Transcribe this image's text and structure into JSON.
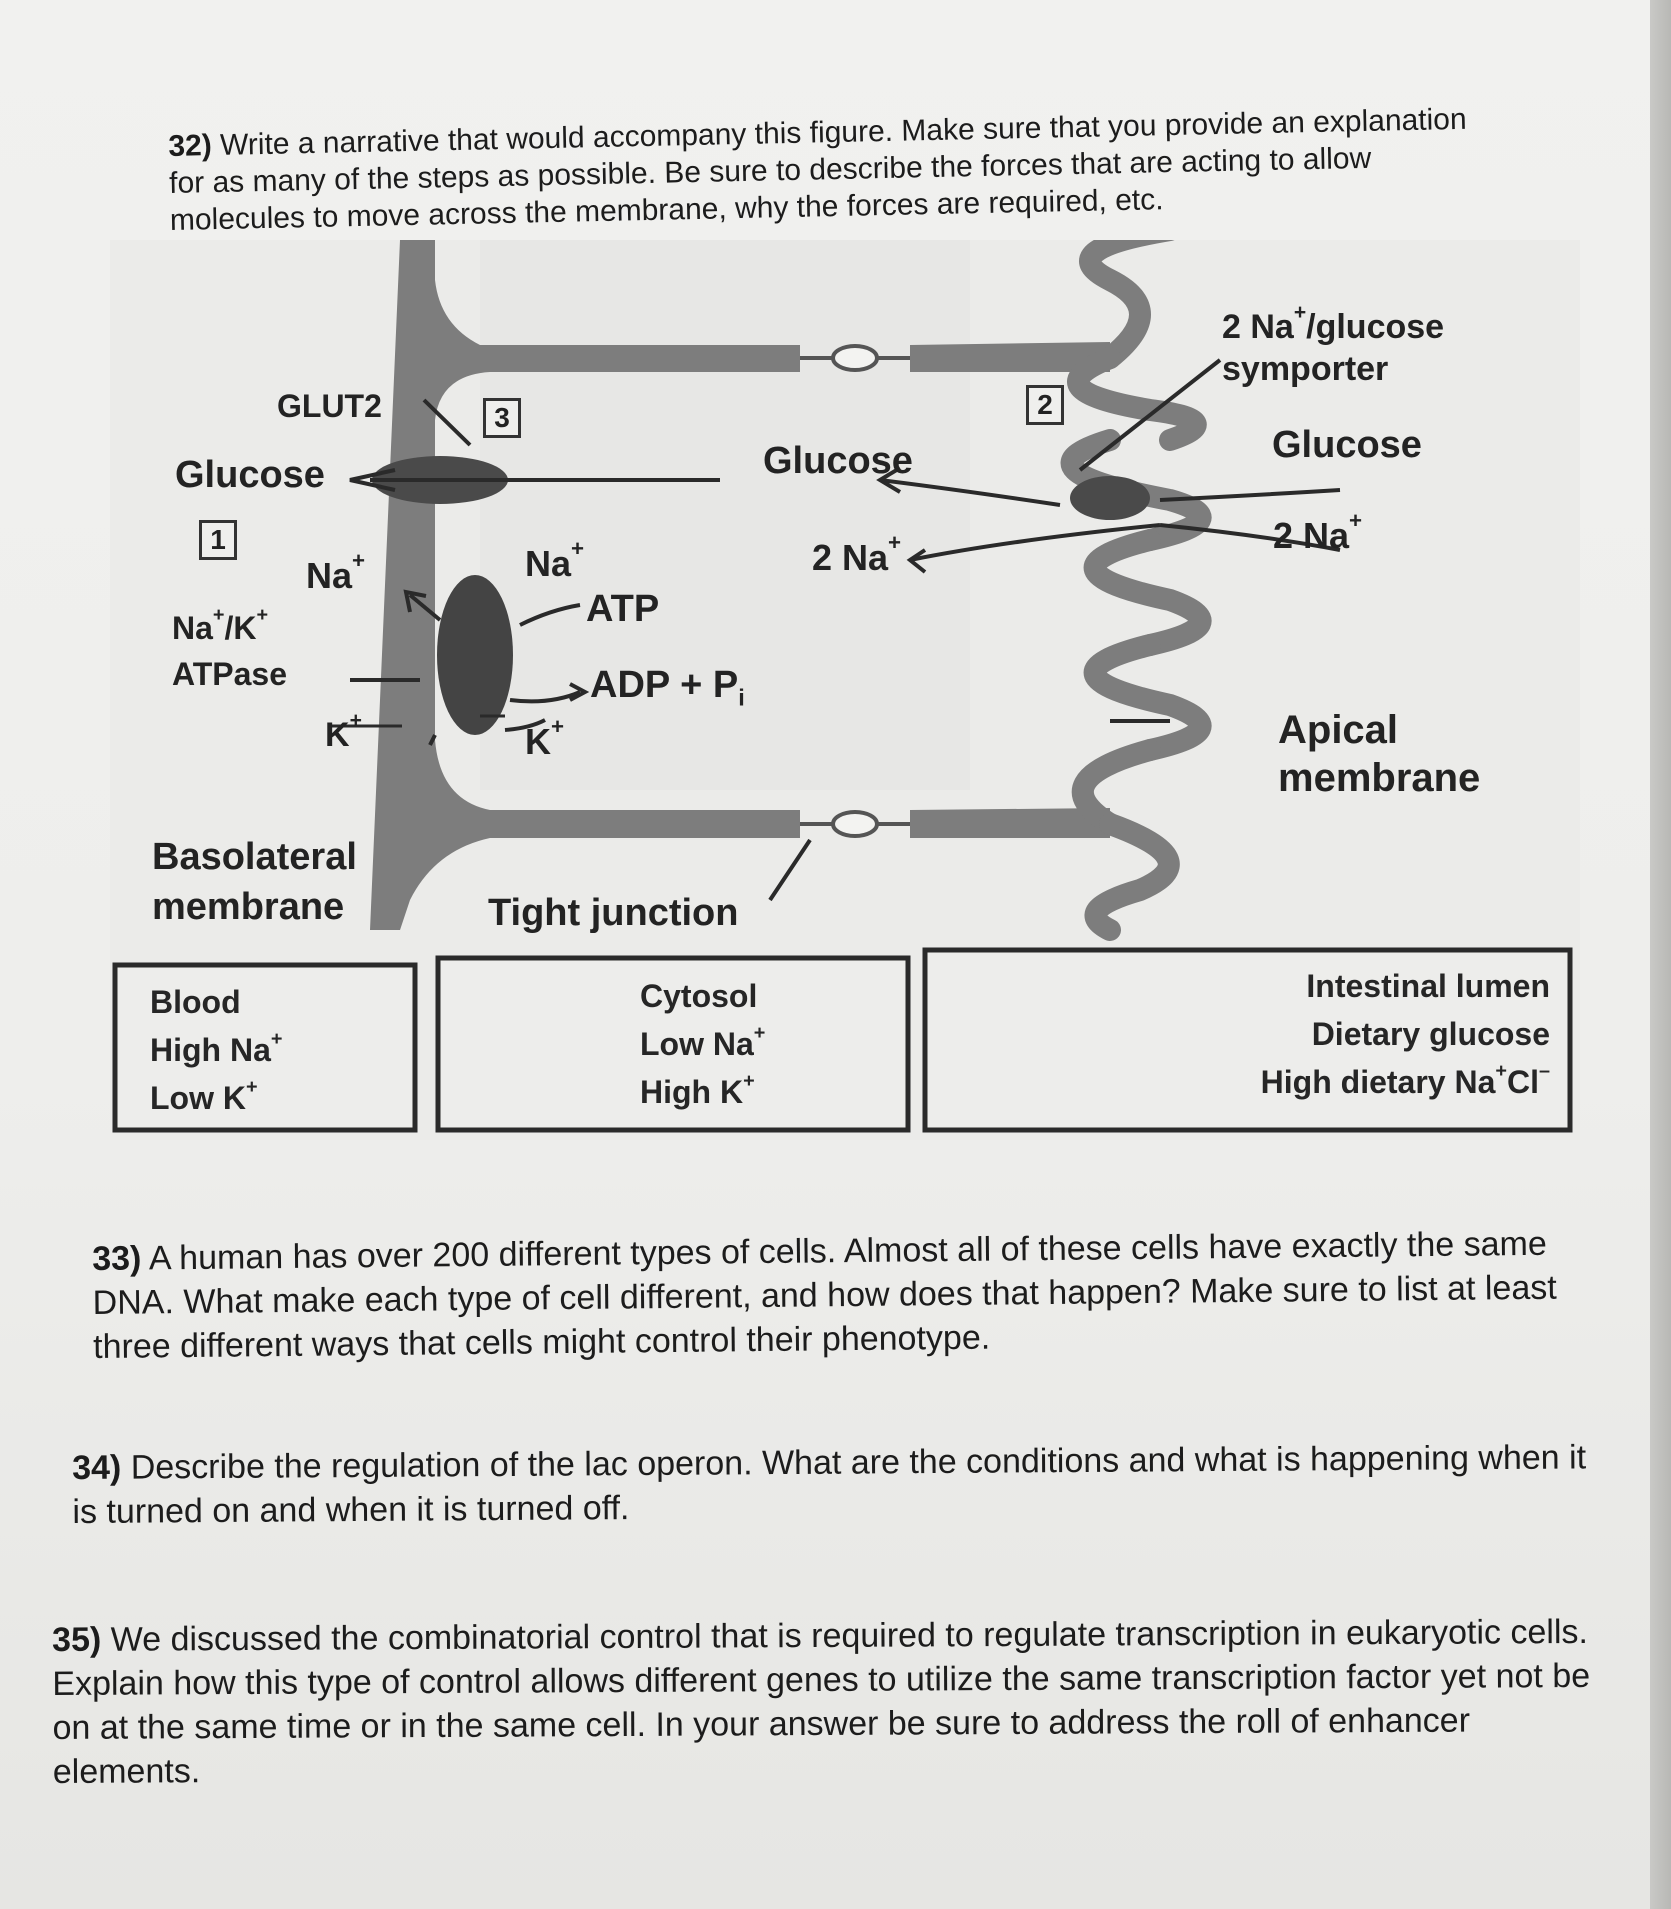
{
  "questions": {
    "q32": {
      "number": "32)",
      "text": "Write a narrative that would accompany this figure. Make sure that you provide an explanation for as many of the steps as possible. Be sure to describe the forces that are acting to allow molecules to move across the membrane, why the forces are required, etc."
    },
    "q33": {
      "number": "33)",
      "text": "A human has over 200 different types of cells. Almost all of these cells have exactly the same DNA. What make each type of cell different, and how does that happen? Make sure to list at least three different ways that cells might control their phenotype."
    },
    "q34": {
      "number": "34)",
      "text": "Describe the regulation of the lac operon. What are the conditions and what is happening when it is turned on and when it is turned off."
    },
    "q35": {
      "number": "35)",
      "text": "We discussed the combinatorial control that is required to regulate transcription in eukaryotic cells. Explain how this type of control allows different genes to utilize the same transcription factor yet not be on at the same time or in the same cell. In your answer be sure to address the roll of enhancer elements."
    }
  },
  "figure": {
    "step_numbers": [
      "1",
      "2",
      "3"
    ],
    "labels": {
      "glut2": "GLUT2",
      "glucose_left": "Glucose",
      "glucose_mid": "Glucose",
      "glucose_right": "Glucose",
      "na_pump_left": "Na",
      "na_pump_right": "Na",
      "na_mid": "2 Na",
      "na_right": "2 Na",
      "plus": "+",
      "pump_line1": "Na",
      "pump_sep": "/K",
      "pump_line2": "ATPase",
      "k_left": "K",
      "k_right": "K",
      "atp": "ATP",
      "adp": "ADP + P",
      "adp_sub": "i",
      "symporter_line1_a": "2 Na",
      "symporter_line1_b": "/glucose",
      "symporter_line2": "symporter",
      "apical_line1": "Apical",
      "apical_line2": "membrane",
      "basolateral_line1": "Basolateral",
      "basolateral_line2": "membrane",
      "tight_junction": "Tight junction"
    },
    "compartments": {
      "blood": {
        "title": "Blood",
        "line1": "High Na",
        "line2": "Low K"
      },
      "cytosol": {
        "title": "Cytosol",
        "line1": "Low Na",
        "line2": "High K"
      },
      "lumen": {
        "title": "Intestinal lumen",
        "line1": "Dietary glucose",
        "line2": "High dietary Na",
        "line2_tail": "Cl"
      }
    },
    "superscripts": {
      "plus": "+",
      "minus": "–"
    },
    "colors": {
      "membrane": "#7d7d7d",
      "transporter": "#4a4a4a",
      "cell_interior": "#e8e8e6"
    }
  }
}
